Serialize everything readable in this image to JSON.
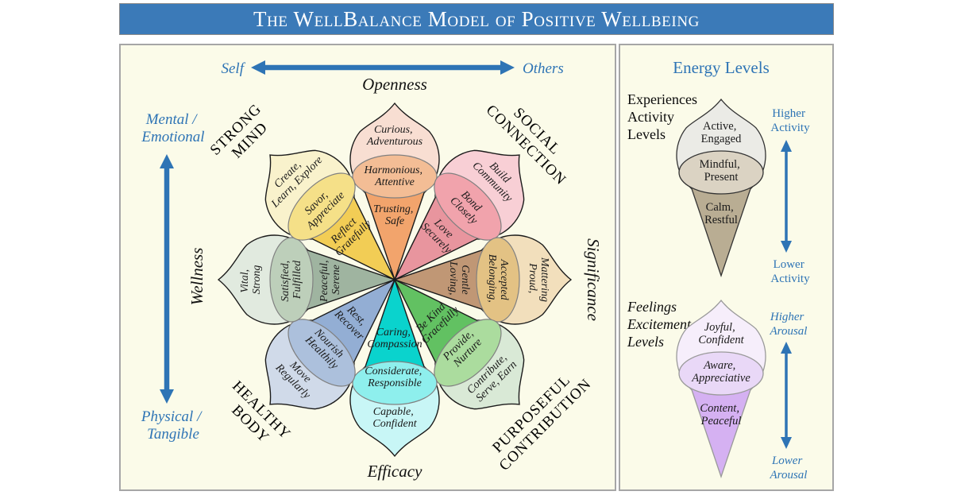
{
  "title": "The WellBalance Model of Positive Wellbeing",
  "colors": {
    "title_bar_bg": "#3b7ab8",
    "title_text": "#ffffff",
    "panel_bg": "#fbfbe9",
    "accent_blue": "#2e74b5",
    "text_dark": "#1a1a1a"
  },
  "flower": {
    "axes": {
      "self": "Self",
      "others": "Others",
      "mental": [
        "Mental /",
        "Emotional"
      ],
      "physical": [
        "Physical /",
        "Tangible"
      ]
    },
    "dimensions": {
      "top": "Openness",
      "bottom": "Efficacy",
      "left": "Wellness",
      "right": "Significance"
    },
    "categories": {
      "strong_mind": [
        "STRONG",
        "MIND"
      ],
      "social_connection": [
        "SOCIAL",
        "CONNECTION"
      ],
      "healthy_body": [
        "HEALTHY",
        "BODY"
      ],
      "purposeful_contribution": [
        "PURPOSEFUL",
        "CONTRIBUTION"
      ]
    },
    "arms": {
      "openness": {
        "outer": [
          "Curious,",
          "Adventurous"
        ],
        "mid": [
          "Harmonious,",
          "Attentive"
        ],
        "inner": [
          "Trusting,",
          "Safe"
        ],
        "colors": {
          "outer": "#f8ded2",
          "mid": "#f3bd95",
          "inner": "#f2a46c"
        }
      },
      "social": {
        "outer": [
          "Build",
          "Community"
        ],
        "mid": [
          "Bond",
          "Closely"
        ],
        "inner": [
          "Love",
          "Securely"
        ],
        "colors": {
          "outer": "#f8cfd5",
          "mid": "#f1a3ac",
          "inner": "#e8959e"
        }
      },
      "significance": {
        "outer": [
          "Proud,",
          "Mattering"
        ],
        "mid": [
          "Belonging,",
          "Accepted"
        ],
        "inner": [
          "Loving,",
          "Gentle"
        ],
        "colors": {
          "outer": "#f2dfbc",
          "mid": "#e3c284",
          "inner": "#c09775"
        }
      },
      "purposeful": {
        "outer": [
          "Contribute,",
          "Serve, Earn"
        ],
        "mid": [
          "Provide,",
          "Nurture"
        ],
        "inner": [
          "Be Kind",
          "Gracefully"
        ],
        "colors": {
          "outer": "#d9e9d6",
          "mid": "#abdc9e",
          "inner": "#62c162"
        }
      },
      "efficacy": {
        "outer": [
          "Capable,",
          "Confident"
        ],
        "mid": [
          "Considerate,",
          "Responsible"
        ],
        "inner": [
          "Caring,",
          "Compassion"
        ],
        "colors": {
          "outer": "#c8f6f6",
          "mid": "#8eefed",
          "inner": "#0ad3cd"
        }
      },
      "healthy": {
        "outer": [
          "Move",
          "Regularly"
        ],
        "mid": [
          "Nourish",
          "Healthily"
        ],
        "inner": [
          "Rest,",
          "Recover"
        ],
        "colors": {
          "outer": "#d0dae9",
          "mid": "#acc0dc",
          "inner": "#93aed4"
        }
      },
      "wellness": {
        "outer": [
          "Vital,",
          "Strong"
        ],
        "mid": [
          "Satisfied,",
          "Fulfilled"
        ],
        "inner": [
          "Peaceful,",
          "Serene"
        ],
        "colors": {
          "outer": "#e1eadf",
          "mid": "#bdcfba",
          "inner": "#9fb4a0"
        }
      },
      "strong_mind": {
        "outer": [
          "Create,",
          "Learn, Explore"
        ],
        "mid": [
          "Savor,",
          "Appreciate"
        ],
        "inner": [
          "Reflect",
          "Gratefully"
        ],
        "colors": {
          "outer": "#f9f2cc",
          "mid": "#f5e088",
          "inner": "#f2cd55"
        }
      }
    }
  },
  "energy": {
    "heading": "Energy Levels",
    "activity": {
      "title": [
        "Experiences",
        "Activity",
        "Levels"
      ],
      "outer": [
        "Active,",
        "Engaged"
      ],
      "mid": [
        "Mindful,",
        "Present"
      ],
      "inner": [
        "Calm,",
        "Restful"
      ],
      "higher": [
        "Higher",
        "Activity"
      ],
      "lower": [
        "Lower",
        "Activity"
      ],
      "colors": {
        "outer": "#ebebe6",
        "mid": "#dbd3c3",
        "inner": "#b9ad93"
      }
    },
    "arousal": {
      "title": [
        "Feelings",
        "Excitement",
        "Levels"
      ],
      "outer": [
        "Joyful,",
        "Confident"
      ],
      "mid": [
        "Aware,",
        "Appreciative"
      ],
      "inner": [
        "Content,",
        "Peaceful"
      ],
      "higher": [
        "Higher",
        "Arousal"
      ],
      "lower": [
        "Lower",
        "Arousal"
      ],
      "colors": {
        "outer": "#f6eefb",
        "mid": "#e9d8f7",
        "inner": "#d5b1f2"
      }
    }
  }
}
